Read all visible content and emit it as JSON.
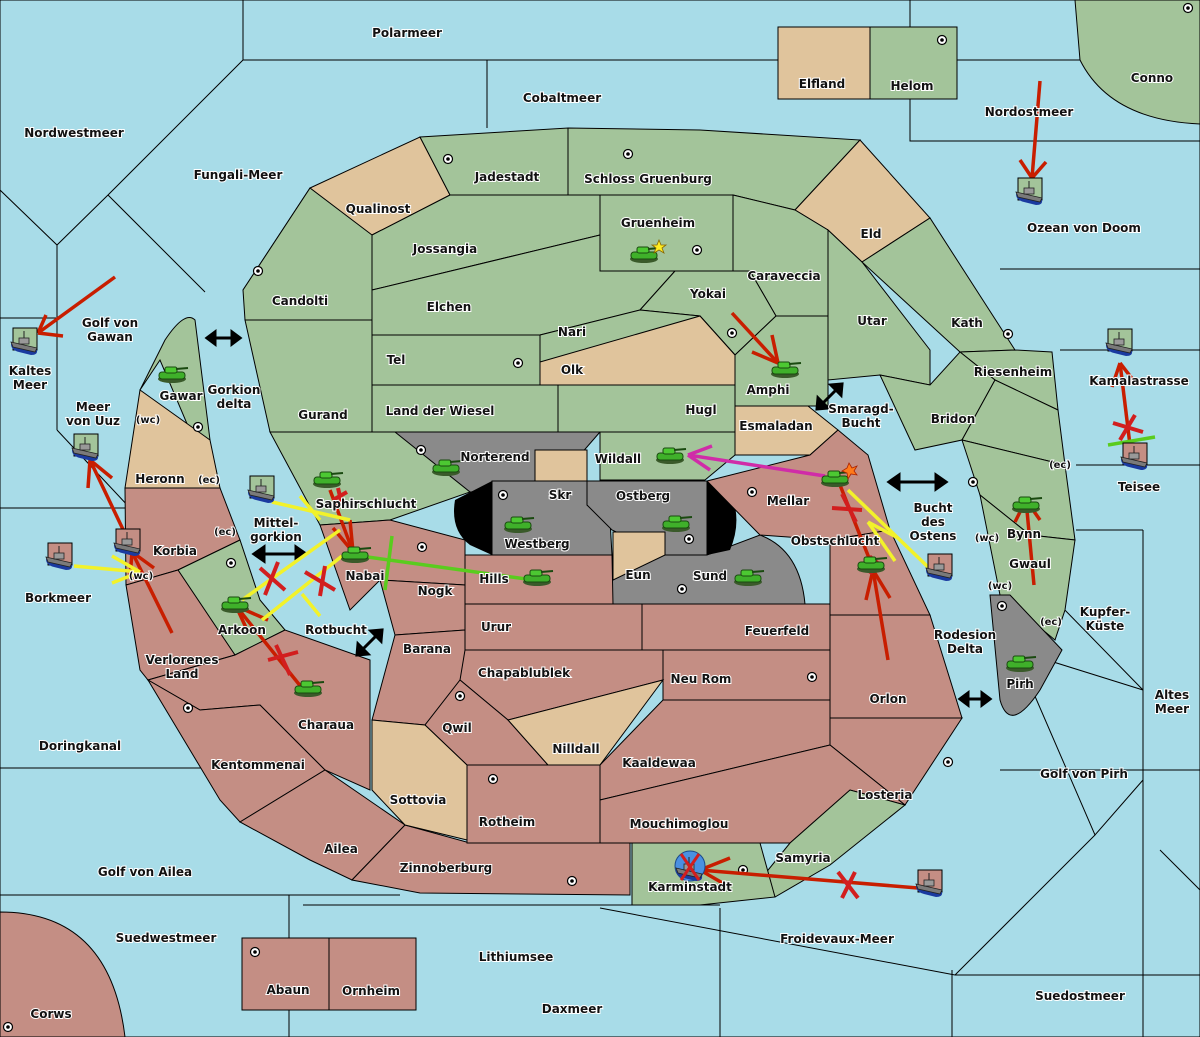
{
  "map": {
    "title": "Diplomacy-style strategy map",
    "colors": {
      "sea": "#a8dce8",
      "green_power": "#a3c49a",
      "neutral": "#e0c49c",
      "red_power": "#c48e84",
      "impassable": "#8a8a8a"
    },
    "labels": {
      "polarmeer": "Polarmeer",
      "cobaltmeer": "Cobaltmeer",
      "nordwestmeer": "Nordwestmeer",
      "fungali": "Fungali-Meer",
      "elfland": "Elfland",
      "helom": "Helom",
      "conno": "Conno",
      "nordostmeer": "Nordostmeer",
      "ozean": "Ozean von Doom",
      "jadestadt": "Jadestadt",
      "schloss": "Schloss Gruenburg",
      "qualinost": "Qualinost",
      "gruenheim": "Gruenheim",
      "eld": "Eld",
      "jossangia": "Jossangia",
      "caraveccia": "Caraveccia",
      "candolti": "Candolti",
      "elchen": "Elchen",
      "yokai": "Yokai",
      "utar": "Utar",
      "kath": "Kath",
      "nari": "Nari",
      "tel": "Tel",
      "olk": "Olk",
      "amphi": "Amphi",
      "riesenheim": "Riesenheim",
      "golfgawan": "Golf von Gawan",
      "kaltes": "Kaltes Meer",
      "gawar": "Gawar",
      "gorkiondelta": "Gorkion delta",
      "gurand": "Gurand",
      "landwiesel": "Land der Wiesel",
      "hugl": "Hugl",
      "smaragd": "Smaragd- Bucht",
      "bridon": "Bridon",
      "esmaladan": "Esmaladan",
      "meeruuz": "Meer von Uuz",
      "heronn": "Heronn",
      "norterend": "Norterend",
      "wildall": "Wildall",
      "skr": "Skr",
      "ostberg": "Ostberg",
      "mellar": "Mellar",
      "kamala": "Kamalastrasse",
      "teisee": "Teisee",
      "saphir": "Saphirschlucht",
      "mittelgorkion": "Mittel- gorkion",
      "westberg": "Westberg",
      "obstschlucht": "Obstschlucht",
      "buchtostens": "Bucht des Ostens",
      "bynn": "Bynn",
      "korbia": "Korbia",
      "nabai": "Nabai",
      "hills": "Hills",
      "eun": "Eun",
      "sund": "Sund",
      "gwaul": "Gwaul",
      "borkmeer": "Borkmeer",
      "nogk": "Nogk",
      "arkoon": "Arkoon",
      "rotbucht": "Rotbucht",
      "urur": "Urur",
      "feuerfeld": "Feuerfeld",
      "kupfer": "Kupfer- Küste",
      "barana": "Barana",
      "rodesion": "Rodesion Delta",
      "pirh": "Pirh",
      "verlorenes": "Verlorenes Land",
      "chapa": "Chapablublek",
      "neurom": "Neu Rom",
      "orlon": "Orlon",
      "altesmeer": "Altes Meer",
      "charaua": "Charaua",
      "qwil": "Qwil",
      "doring": "Doringkanal",
      "nilldall": "Nilldall",
      "kaaldewaa": "Kaaldewaa",
      "kentom": "Kentommenai",
      "golfpirh": "Golf von Pirh",
      "sottovia": "Sottovia",
      "losteria": "Losteria",
      "rotheim": "Rotheim",
      "mouchi": "Mouchimoglou",
      "ailea": "Ailea",
      "samyria": "Samyria",
      "zinnober": "Zinnoberburg",
      "golfailea": "Golf von Ailea",
      "karmin": "Karminstadt",
      "suedwest": "Suedwestmeer",
      "froide": "Froidevaux-Meer",
      "abaun": "Abaun",
      "ornheim": "Ornheim",
      "lithium": "Lithiumsee",
      "suedost": "Suedostmeer",
      "daxmeer": "Daxmeer",
      "corws": "Corws"
    },
    "coast_markers": {
      "wc": "(wc)",
      "ec": "(ec)"
    },
    "units": [
      {
        "type": "army",
        "power": "green",
        "location": "Gruenheim",
        "status": "supply-star"
      },
      {
        "type": "army",
        "power": "green",
        "location": "Gawar"
      },
      {
        "type": "army",
        "power": "green",
        "location": "Amphi"
      },
      {
        "type": "army",
        "power": "green",
        "location": "Norterend"
      },
      {
        "type": "army",
        "power": "green",
        "location": "Wildall"
      },
      {
        "type": "army",
        "power": "green",
        "location": "Westberg"
      },
      {
        "type": "army",
        "power": "green",
        "location": "Ostberg"
      },
      {
        "type": "army",
        "power": "green",
        "location": "Hills"
      },
      {
        "type": "army",
        "power": "green",
        "location": "Sund"
      },
      {
        "type": "army",
        "power": "green",
        "location": "Saphirschlucht"
      },
      {
        "type": "army",
        "power": "green",
        "location": "Nabai"
      },
      {
        "type": "army",
        "power": "green",
        "location": "Arkoon"
      },
      {
        "type": "army",
        "power": "green",
        "location": "Charaua"
      },
      {
        "type": "army",
        "power": "green",
        "location": "Mellar",
        "status": "attacked"
      },
      {
        "type": "army",
        "power": "green",
        "location": "Obstschlucht",
        "status": "dislodged"
      },
      {
        "type": "army",
        "power": "green",
        "location": "Bynn"
      },
      {
        "type": "army",
        "power": "green",
        "location": "Pirh"
      },
      {
        "type": "fleet",
        "power": "green",
        "location": "Ozean von Doom"
      },
      {
        "type": "fleet",
        "power": "green",
        "location": "Kaltes Meer"
      },
      {
        "type": "fleet",
        "power": "green",
        "location": "Meer von Uuz"
      },
      {
        "type": "fleet",
        "power": "green",
        "location": "Mittelgorkion"
      },
      {
        "type": "fleet",
        "power": "green",
        "location": "Kamalastrasse"
      },
      {
        "type": "fleet",
        "power": "red",
        "location": "Teisee"
      },
      {
        "type": "fleet",
        "power": "red",
        "location": "Borkmeer"
      },
      {
        "type": "fleet",
        "power": "red",
        "location": "Korbia"
      },
      {
        "type": "fleet",
        "power": "red",
        "location": "Bucht des Ostens"
      },
      {
        "type": "fleet",
        "power": "red",
        "location": "Froidevaux-Meer"
      },
      {
        "type": "fleet",
        "power": "red",
        "location": "Karminstadt",
        "status": "dislodged"
      }
    ]
  }
}
